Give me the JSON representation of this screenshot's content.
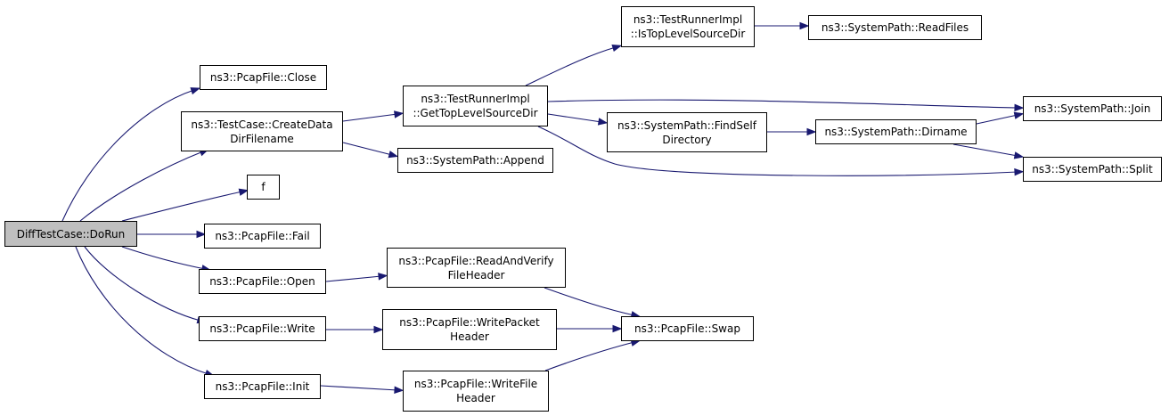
{
  "colors": {
    "edge": "#191970",
    "node_border": "#000000",
    "root_fill": "#bfbfbf",
    "node_fill": "#ffffff"
  },
  "nodes": {
    "doRun": {
      "lines": [
        "DiffTestCase::DoRun"
      ],
      "root": true
    },
    "close": {
      "lines": [
        "ns3::PcapFile::Close"
      ]
    },
    "createData": {
      "lines": [
        "ns3::TestCase::CreateData",
        "DirFilename"
      ]
    },
    "f": {
      "lines": [
        "f"
      ]
    },
    "fail": {
      "lines": [
        "ns3::PcapFile::Fail"
      ]
    },
    "open": {
      "lines": [
        "ns3::PcapFile::Open"
      ]
    },
    "write": {
      "lines": [
        "ns3::PcapFile::Write"
      ]
    },
    "init": {
      "lines": [
        "ns3::PcapFile::Init"
      ]
    },
    "getTop": {
      "lines": [
        "ns3::TestRunnerImpl",
        "::GetTopLevelSourceDir"
      ]
    },
    "append": {
      "lines": [
        "ns3::SystemPath::Append"
      ]
    },
    "readVerify": {
      "lines": [
        "ns3::PcapFile::ReadAndVerify",
        "FileHeader"
      ]
    },
    "writePacket": {
      "lines": [
        "ns3::PcapFile::WritePacket",
        "Header"
      ]
    },
    "writeFile": {
      "lines": [
        "ns3::PcapFile::WriteFile",
        "Header"
      ]
    },
    "isTop": {
      "lines": [
        "ns3::TestRunnerImpl",
        "::IsTopLevelSourceDir"
      ]
    },
    "findSelf": {
      "lines": [
        "ns3::SystemPath::FindSelf",
        "Directory"
      ]
    },
    "swap": {
      "lines": [
        "ns3::PcapFile::Swap"
      ]
    },
    "readFiles": {
      "lines": [
        "ns3::SystemPath::ReadFiles"
      ]
    },
    "dirname": {
      "lines": [
        "ns3::SystemPath::Dirname"
      ]
    },
    "join": {
      "lines": [
        "ns3::SystemPath::Join"
      ]
    },
    "split": {
      "lines": [
        "ns3::SystemPath::Split"
      ]
    }
  },
  "edges": [
    [
      "doRun",
      "close"
    ],
    [
      "doRun",
      "createData"
    ],
    [
      "doRun",
      "f"
    ],
    [
      "doRun",
      "fail"
    ],
    [
      "doRun",
      "open"
    ],
    [
      "doRun",
      "write"
    ],
    [
      "doRun",
      "init"
    ],
    [
      "createData",
      "getTop"
    ],
    [
      "createData",
      "append"
    ],
    [
      "getTop",
      "isTop"
    ],
    [
      "getTop",
      "join"
    ],
    [
      "getTop",
      "findSelf"
    ],
    [
      "getTop",
      "split"
    ],
    [
      "isTop",
      "readFiles"
    ],
    [
      "findSelf",
      "dirname"
    ],
    [
      "dirname",
      "join"
    ],
    [
      "dirname",
      "split"
    ],
    [
      "open",
      "readVerify"
    ],
    [
      "readVerify",
      "swap"
    ],
    [
      "write",
      "writePacket"
    ],
    [
      "writePacket",
      "swap"
    ],
    [
      "init",
      "writeFile"
    ],
    [
      "writeFile",
      "swap"
    ]
  ]
}
